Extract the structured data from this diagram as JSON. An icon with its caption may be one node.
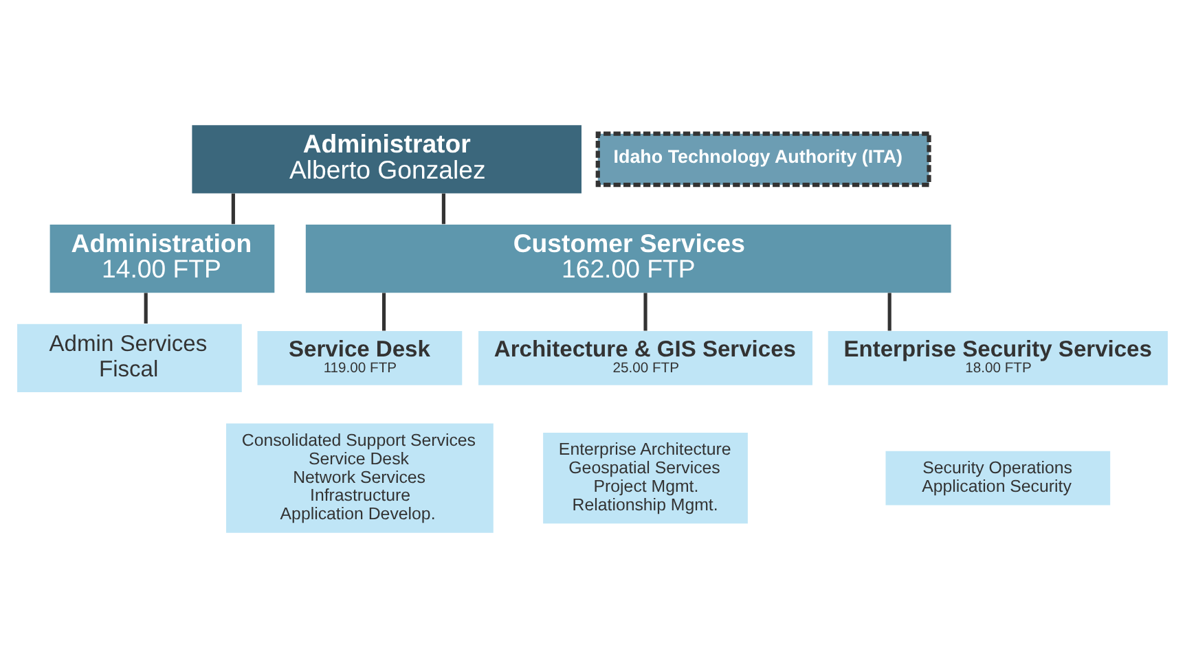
{
  "diagram": {
    "nodes": [
      {
        "text": [
          "Administrator",
          "Alberto Gonzalez"
        ]
      },
      {
        "text": [
          "Idaho Technology Authority (ITA)"
        ]
      },
      {
        "text": [
          "Administration",
          "14.00 FTP"
        ]
      },
      {
        "text": [
          "Customer Services",
          "162.00 FTP"
        ]
      },
      {
        "text": [
          "Admin Services",
          "Fiscal"
        ]
      },
      {
        "text": [
          "Service Desk",
          "119.00 FTP"
        ]
      },
      {
        "text": [
          "Consolidated Support Services",
          "Service Desk",
          "Network Services",
          "Infrastructure",
          "Application Develop."
        ]
      },
      {
        "text": [
          "Architecture & GIS Services",
          "25.00 FTP"
        ]
      },
      {
        "text": [
          "Enterprise Architecture",
          "Geospatial Services",
          "Project Mgmt.",
          "Relationship Mgmt."
        ]
      },
      {
        "text": [
          "Enterprise Security Services",
          "18.00 FTP"
        ]
      },
      {
        "text": [
          "Security Operations",
          "Application Security"
        ]
      }
    ],
    "edges": [
      {
        "from": 0,
        "to": 2,
        "arrow": "none"
      },
      {
        "from": 0,
        "to": 3,
        "arrow": "none"
      },
      {
        "from": 2,
        "to": 4,
        "arrow": "none"
      },
      {
        "from": 3,
        "to": 5,
        "arrow": "none"
      },
      {
        "from": 3,
        "to": 7,
        "arrow": "none"
      },
      {
        "from": 3,
        "to": 9,
        "arrow": "none"
      }
    ]
  }
}
